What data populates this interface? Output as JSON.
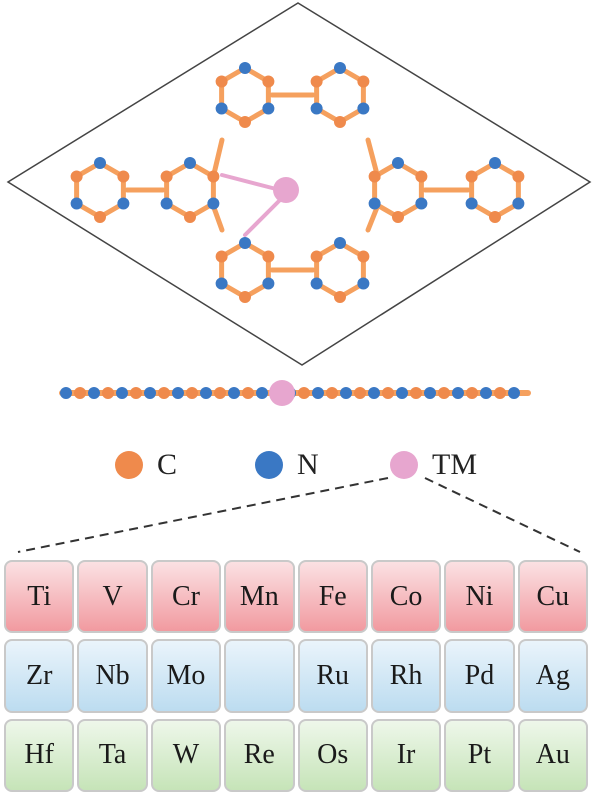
{
  "colors": {
    "carbon": "#ef8a4c",
    "nitrogen": "#3a78c4",
    "tm": "#e7a6cf",
    "bond": "#f5a05e",
    "tm_bond": "#e7a6cf",
    "frame": "#444444"
  },
  "legend": [
    {
      "label": "C",
      "color_key": "carbon"
    },
    {
      "label": "N",
      "color_key": "nitrogen"
    },
    {
      "label": "TM",
      "color_key": "tm"
    }
  ],
  "periodic_table": {
    "rows": [
      [
        "Ti",
        "V",
        "Cr",
        "Mn",
        "Fe",
        "Co",
        "Ni",
        "Cu"
      ],
      [
        "Zr",
        "Nb",
        "Mo",
        "",
        "Ru",
        "Rh",
        "Pd",
        "Ag"
      ],
      [
        "Hf",
        "Ta",
        "W",
        "Re",
        "Os",
        "Ir",
        "Pt",
        "Au"
      ]
    ]
  }
}
